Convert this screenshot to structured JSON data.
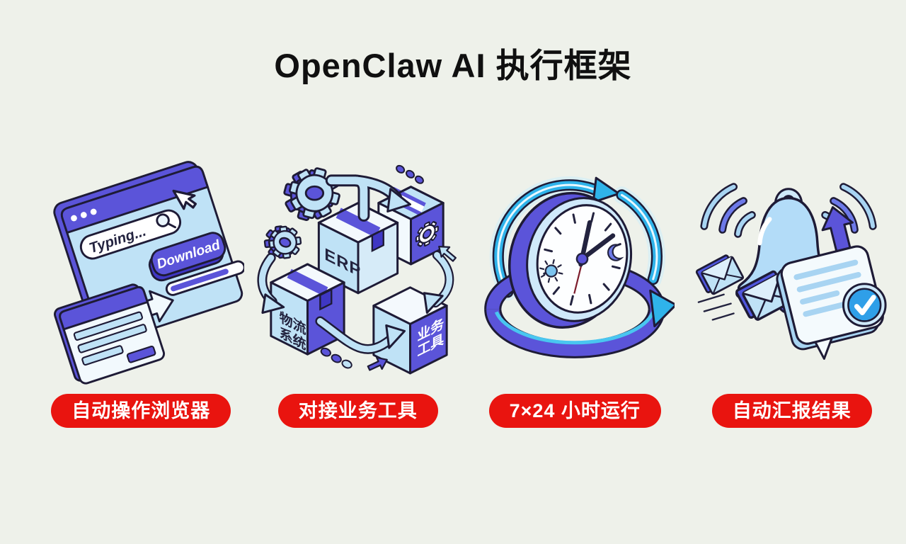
{
  "page": {
    "title": "OpenClaw AI 执行框架",
    "background": "#eef1ea"
  },
  "colors": {
    "purple": "#5b54d9",
    "purple_dark": "#3f37c4",
    "light_blue": "#bfe2f6",
    "pale_blue": "#f2f9fd",
    "cyan": "#2fb3ea",
    "sky": "#a8d4f2",
    "outline": "#1e1b36",
    "red": "#e9140f",
    "white": "#ffffff"
  },
  "features": [
    {
      "key": "browser-automation",
      "label": "自动操作浏览器",
      "art": {
        "search_text": "Typing...",
        "button_text": "Download"
      }
    },
    {
      "key": "tool-integration",
      "label": "对接业务工具",
      "art": {
        "erp": "ERP",
        "logistics_line1": "物流",
        "logistics_line2": "系统",
        "biz_line1": "业务",
        "biz_line2": "工具"
      }
    },
    {
      "key": "always-on",
      "label": "7×24 小时运行",
      "art": {}
    },
    {
      "key": "auto-report",
      "label": "自动汇报结果",
      "art": {}
    }
  ]
}
